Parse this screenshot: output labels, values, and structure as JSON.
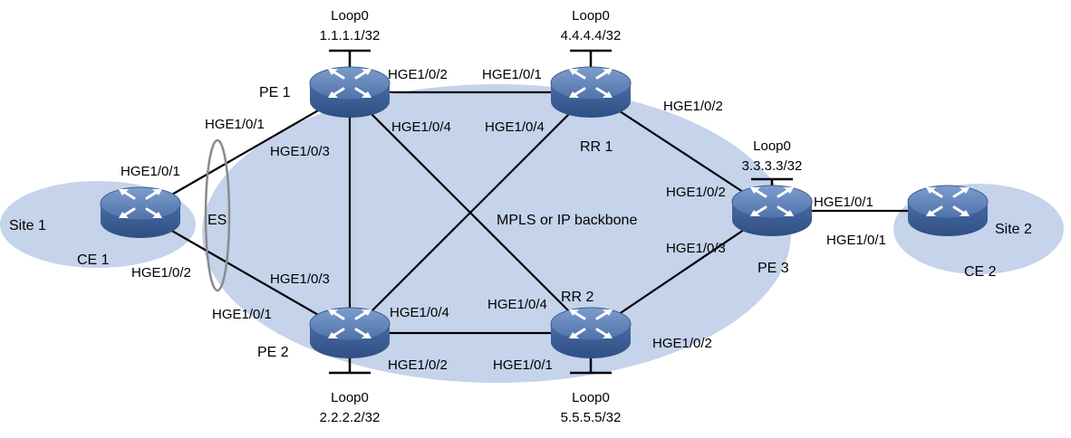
{
  "colors": {
    "backbone_fill": "#c5d3eb",
    "site_fill": "#c5d3eb",
    "device_top": "#5c7fb6",
    "device_body": "#3f5f95",
    "link": "#000000",
    "es_ellipse": "#808080"
  },
  "labels": {
    "backbone": "MPLS or IP backbone",
    "site1": "Site 1",
    "site2": "Site 2",
    "es": "ES"
  },
  "devices": {
    "pe1": {
      "name": "PE 1",
      "loopback": "Loop0",
      "address": "1.1.1.1/32"
    },
    "pe2": {
      "name": "PE 2",
      "loopback": "Loop0",
      "address": "2.2.2.2/32"
    },
    "pe3": {
      "name": "PE 3",
      "loopback": "Loop0",
      "address": "3.3.3.3/32"
    },
    "rr1": {
      "name": "RR 1",
      "loopback": "Loop0",
      "address": "4.4.4.4/32"
    },
    "rr2": {
      "name": "RR 2",
      "loopback": "Loop0",
      "address": "5.5.5.5/32"
    },
    "ce1": {
      "name": "CE 1"
    },
    "ce2": {
      "name": "CE 2"
    }
  },
  "interfaces": {
    "pe1_to_rr1": "HGE1/0/2",
    "rr1_to_pe1": "HGE1/0/1",
    "pe1_to_ce1": "HGE1/0/1",
    "pe1_to_pe2": "HGE1/0/3",
    "pe1_to_rr2": "HGE1/0/4",
    "rr1_to_pe2": "HGE1/0/4",
    "rr1_to_pe3": "HGE1/0/2",
    "ce1_to_pe1": "HGE1/0/1",
    "ce1_to_pe2": "HGE1/0/2",
    "pe2_to_pe1": "HGE1/0/3",
    "pe2_to_ce1": "HGE1/0/1",
    "pe2_to_rr1": "HGE1/0/4",
    "pe2_to_rr2": "HGE1/0/2",
    "rr2_to_pe1": "HGE1/0/4",
    "rr2_to_pe2": "HGE1/0/1",
    "rr2_to_pe3": "HGE1/0/2",
    "pe3_to_rr1": "HGE1/0/2",
    "pe3_to_rr2": "HGE1/0/3",
    "pe3_to_ce2": "HGE1/0/1",
    "ce2_to_pe3": "HGE1/0/1"
  }
}
